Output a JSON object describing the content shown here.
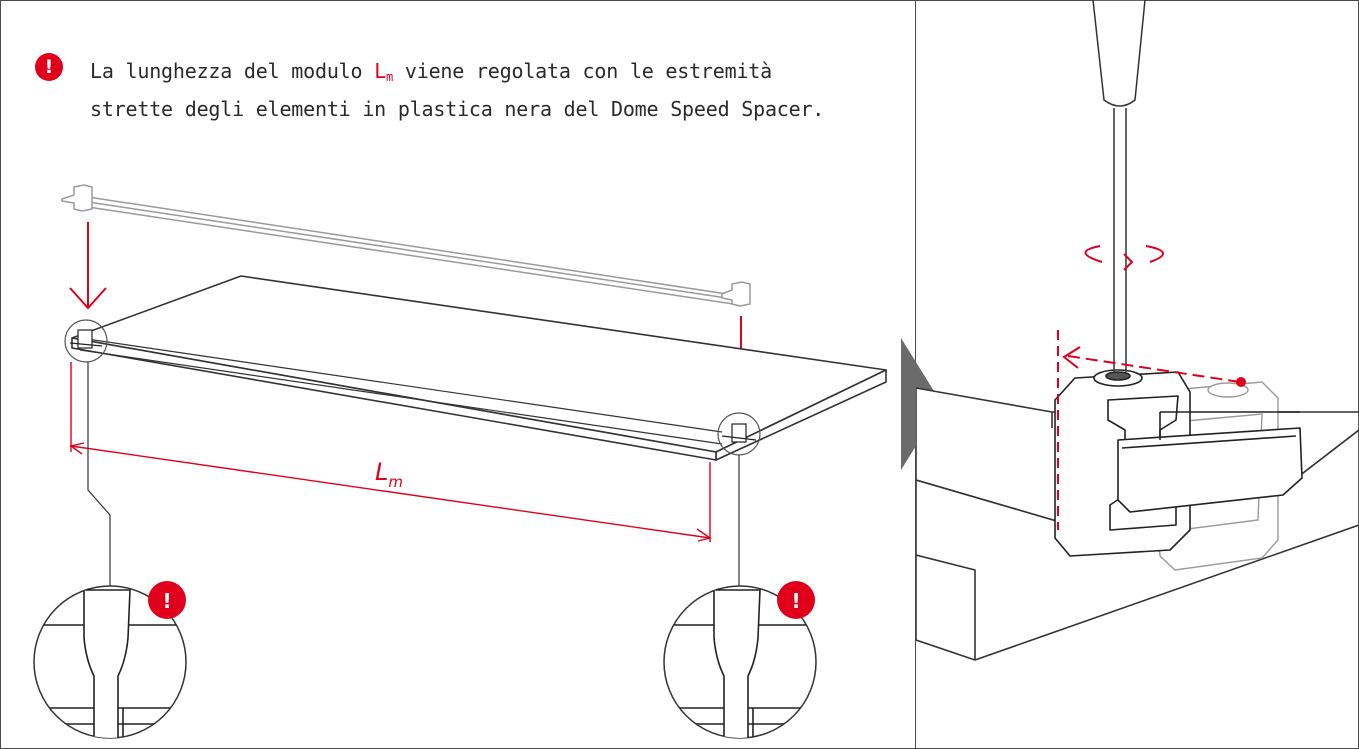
{
  "note": {
    "icon_symbol": "!",
    "text_before": "La lunghezza del modulo ",
    "highlight_main": "L",
    "highlight_sub": "m",
    "text_after": " viene regolata con le estremità strette degli elementi in plastica nera del Dome Speed Spacer."
  },
  "dimension_label": {
    "main": "L",
    "sub": "m"
  },
  "detail_badge_symbol": "!",
  "colors": {
    "accent": "#e0001b",
    "line": "#333333",
    "light_line": "#9a9a9a",
    "arrow_panel": "#6b6b6b"
  },
  "icons": [
    "warning-icon",
    "rotation-arrow-icon",
    "next-step-arrow-icon"
  ]
}
